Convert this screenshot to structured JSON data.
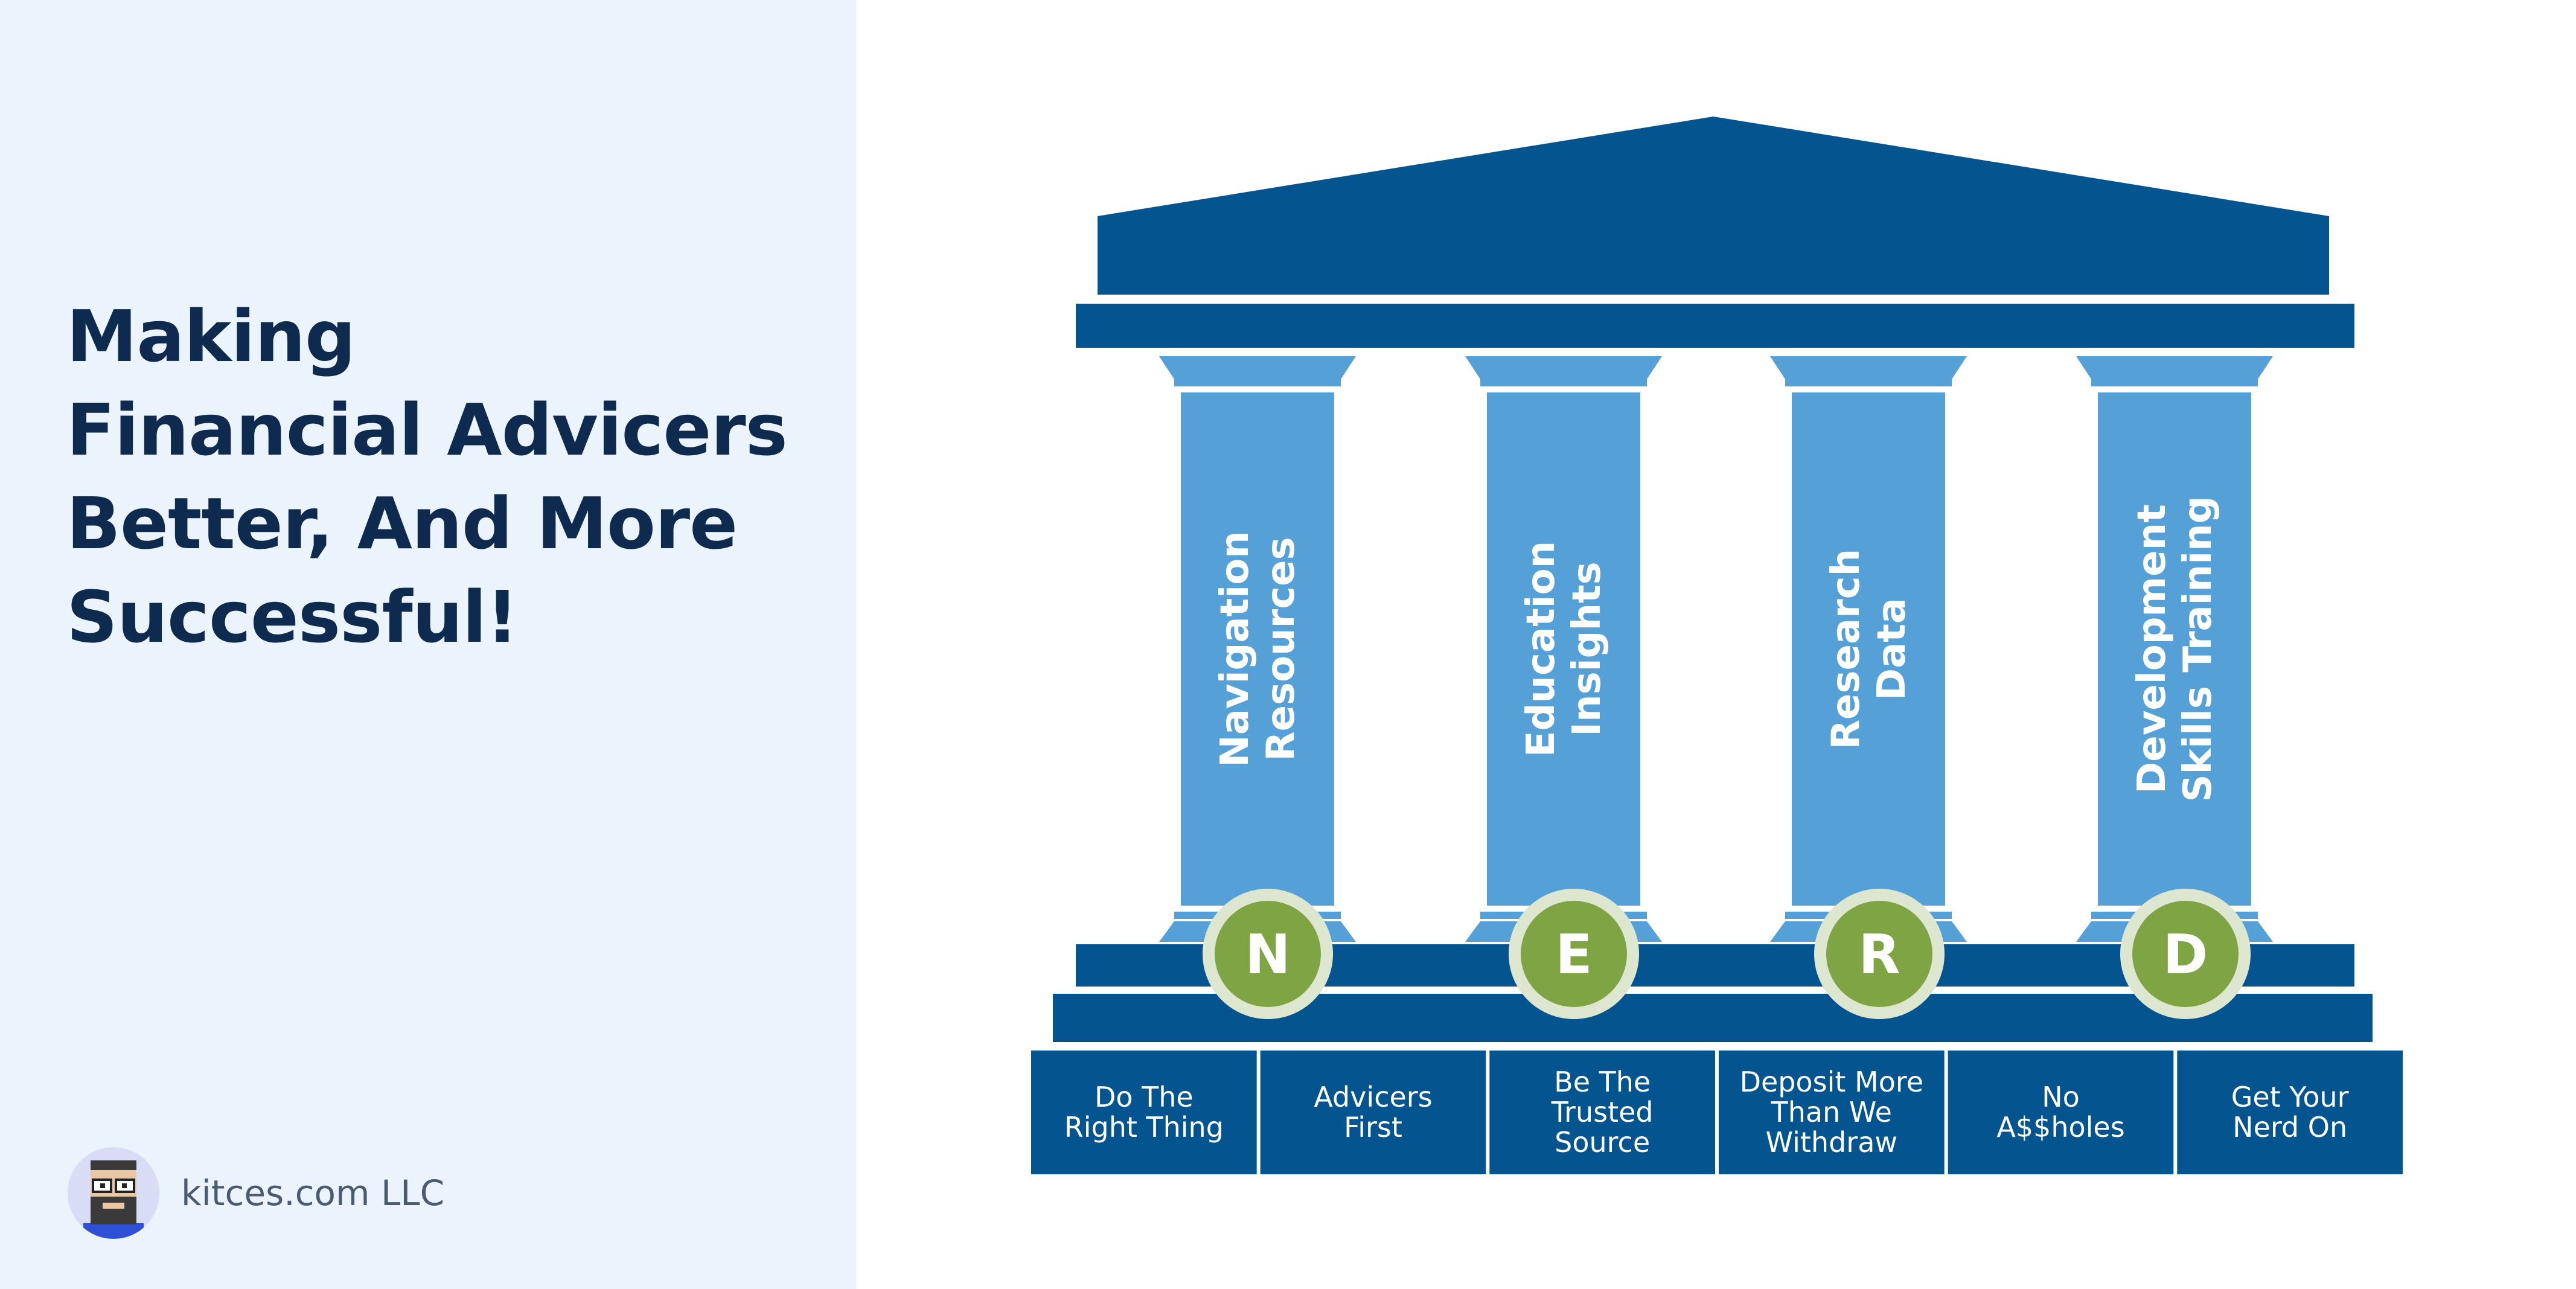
{
  "headline": {
    "lines": [
      "Making",
      "Financial Advicers",
      "Better, And More",
      "Successful!"
    ]
  },
  "brand": {
    "name": "kitces.com LLC",
    "avatar_icon": "pixel-avatar-icon"
  },
  "colors": {
    "left_background": "#ebf4fc",
    "headline_text": "#0e2a4f",
    "roof_navy": "#03548f",
    "column_blue": "#56a0d8",
    "circle_green": "#7ea443",
    "circle_ring": "#dde7cf"
  },
  "pillars": [
    {
      "letter": "N",
      "lines": [
        "Navigation",
        "Resources"
      ]
    },
    {
      "letter": "E",
      "lines": [
        "Education",
        "Insights"
      ]
    },
    {
      "letter": "R",
      "lines": [
        "Research",
        "Data"
      ]
    },
    {
      "letter": "D",
      "lines": [
        "Development",
        "Skills Training"
      ]
    }
  ],
  "values": [
    {
      "lines": [
        "Do The",
        "Right Thing"
      ]
    },
    {
      "lines": [
        "Advicers",
        "First"
      ]
    },
    {
      "lines": [
        "Be The",
        "Trusted",
        "Source"
      ]
    },
    {
      "lines": [
        "Deposit More",
        "Than We",
        "Withdraw"
      ]
    },
    {
      "lines": [
        "No",
        "A$$holes"
      ]
    },
    {
      "lines": [
        "Get Your",
        "Nerd On"
      ]
    }
  ]
}
